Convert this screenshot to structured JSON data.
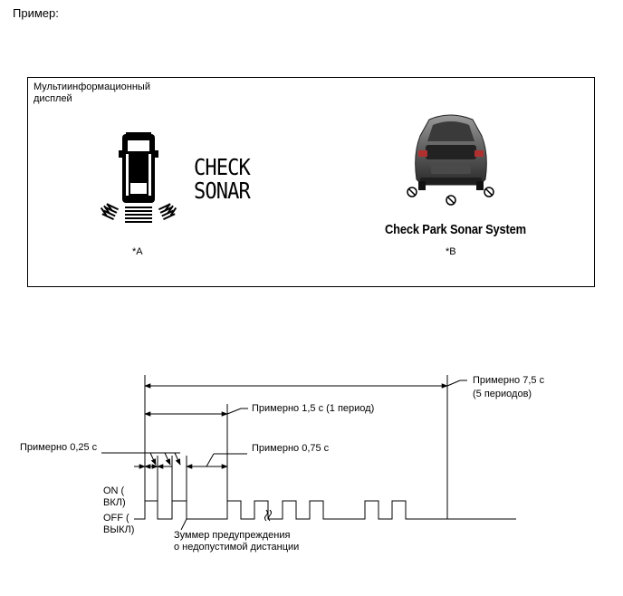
{
  "header": {
    "example_label": "Пример:"
  },
  "display_panel": {
    "title": "Мультиинформационный дисплей",
    "check_text_line1": "CHECK",
    "check_text_line2": "SONAR",
    "message_b": "Check Park Sonar System",
    "label_a": "*A",
    "label_b": "*B"
  },
  "timing": {
    "total_label": "Примерно 7,5 с",
    "total_sub": "(5 периодов)",
    "period_label": "Примерно 1,5 с (1 период)",
    "short_label": "Примерно 0,25 с",
    "gap_label": "Примерно 0,75 с",
    "on_label": "ON (",
    "on_sub": "ВКЛ)",
    "off_label": "OFF (",
    "off_sub": "ВЫКЛ)",
    "buzzer_line1": "Зуммер предупреждения",
    "buzzer_line2": "о недопустимой дистанции"
  }
}
